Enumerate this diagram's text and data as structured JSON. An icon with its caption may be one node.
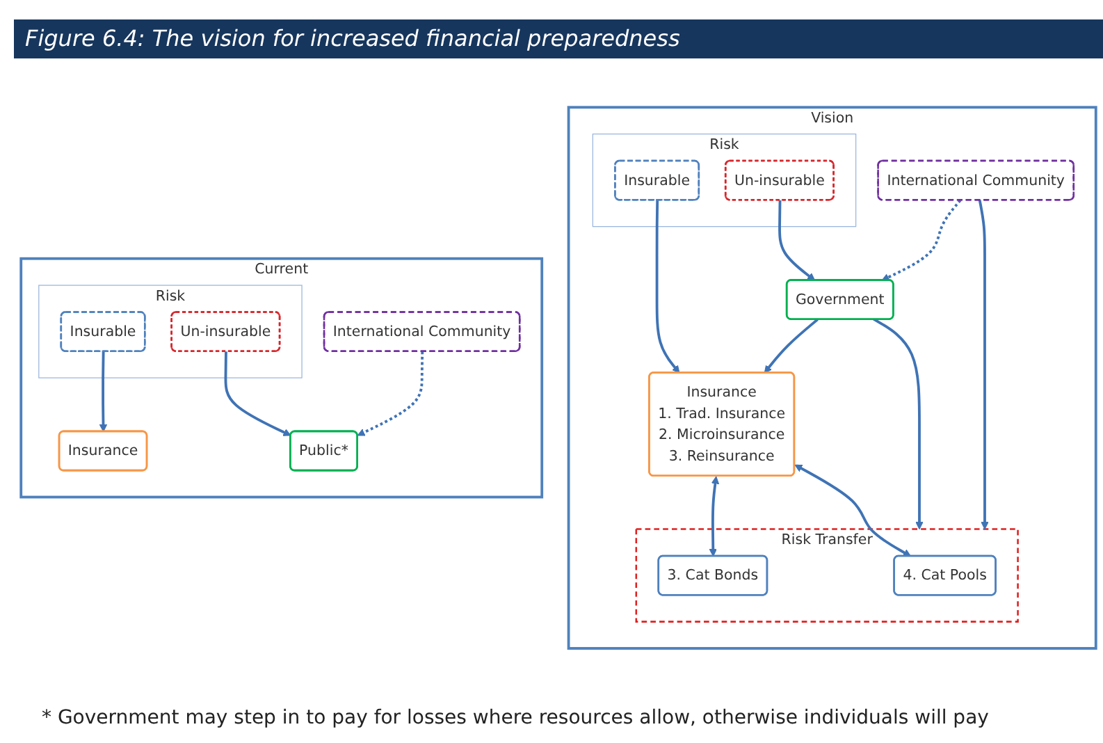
{
  "diagram": {
    "title": "Figure 6.4: The vision for increased financial preparedness",
    "caption": "* Government may step in to pay for losses where resources allow, otherwise individuals will pay",
    "nodes": [
      {
        "text": [
          "Current"
        ]
      },
      {
        "text": [
          "Risk"
        ],
        "in": 0
      },
      {
        "text": [
          "Insurable"
        ],
        "in": 1
      },
      {
        "text": [
          "Un-insurable"
        ],
        "in": 1
      },
      {
        "text": [
          "Insurance"
        ],
        "in": 0
      },
      {
        "text": [
          "Public*"
        ],
        "in": 0
      },
      {
        "text": [
          "International Community"
        ],
        "in": 0
      },
      {
        "text": [
          "Vision"
        ]
      },
      {
        "text": [
          "Risk"
        ],
        "in": 7
      },
      {
        "text": [
          "Insurable"
        ],
        "in": 8
      },
      {
        "text": [
          "Un-insurable"
        ],
        "in": 8
      },
      {
        "text": [
          "Insurance",
          "1. Trad. Insurance",
          "2. Microinsurance",
          "3. Reinsurance"
        ],
        "in": 7
      },
      {
        "text": [
          "Government"
        ],
        "in": 7
      },
      {
        "text": [
          "Risk Transfer"
        ],
        "in": 7
      },
      {
        "text": [
          "3. Cat Bonds"
        ],
        "in": 13
      },
      {
        "text": [
          "4. Cat Pools"
        ],
        "in": 13
      },
      {
        "text": [
          "International Community"
        ],
        "in": 7
      }
    ],
    "edges": [
      {
        "from": 2,
        "to": 4,
        "arrow": "to"
      },
      {
        "from": 3,
        "to": 5,
        "arrow": "to"
      },
      {
        "from": 6,
        "to": 5,
        "arrow": "to",
        "style": "dashed"
      },
      {
        "from": 9,
        "to": 11,
        "arrow": "to"
      },
      {
        "from": 10,
        "to": 12,
        "arrow": "to"
      },
      {
        "from": 12,
        "to": 11,
        "arrow": "to"
      },
      {
        "from": 11,
        "to": 14,
        "arrow": "both"
      },
      {
        "from": 11,
        "to": 15,
        "arrow": "both"
      },
      {
        "from": 12,
        "to": 13,
        "arrow": "to"
      },
      {
        "from": 16,
        "to": 13,
        "arrow": "to"
      },
      {
        "from": 16,
        "to": 12,
        "arrow": "to",
        "style": "dashed"
      }
    ]
  }
}
